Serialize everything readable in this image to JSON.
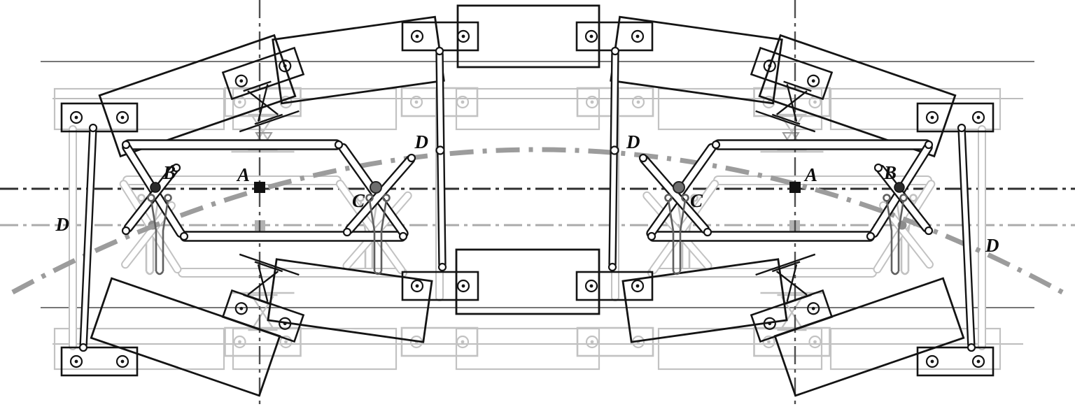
{
  "diagram": {
    "labels": {
      "left": {
        "a": "A",
        "b": "B",
        "c": "C",
        "d_inner": "D",
        "d_outer": "D"
      },
      "right": {
        "a": "A",
        "b": "B",
        "c": "C",
        "d_inner": "D",
        "d_outer": "D"
      }
    },
    "colors": {
      "mechanism": "#141414",
      "ghost_configuration": "#c2c2c2",
      "hanger": "#5f5f5f",
      "centerline_dark": "#2f2f2f",
      "centerline_gray": "#ababab",
      "track_curve": "#9c9c9c",
      "point_a_fill": "#111111",
      "point_b_fill": "#2b2b2b",
      "point_c_fill": "#6e6e6e",
      "background": "#ffffff"
    }
  }
}
